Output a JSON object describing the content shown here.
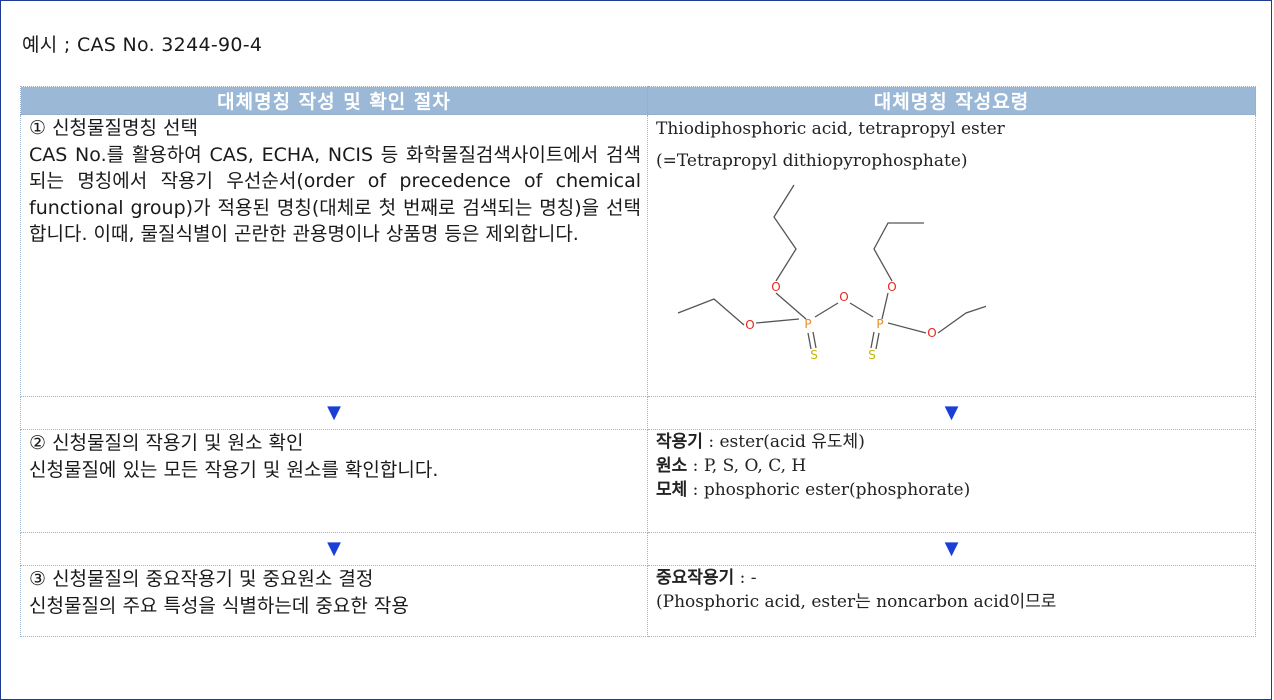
{
  "example": "예시 ; CAS No. 3244-90-4",
  "header": {
    "col1": "대체명칭 작성 및 확인 절차",
    "col2": "대체명칭 작성요령"
  },
  "arrow_glyph": "▼",
  "row1": {
    "step": "① 신청물질명칭 선택",
    "body": "CAS No.를 활용하여 CAS, ECHA, NCIS 등 화학물질검색사이트에서 검색되는 명칭에서 작용기 우선순서(order of precedence of chemical functional group)가 적용된 명칭(대체로 첫 번째로 검색되는 명칭)을 선택합니다. 이때, 물질식별이 곤란한 관용명이나 상품명 등은 제외합니다.",
    "name_line1": "Thiodiphosphoric acid, tetrapropyl ester",
    "name_line2": "(=Tetrapropyl dithiopyrophosphate)",
    "structure_atoms": {
      "o": "O",
      "p": "P",
      "s": "S"
    },
    "structure_color": "#555555",
    "atom_colors": {
      "o": "#e8271d",
      "p": "#e88a1d",
      "s": "#c8b400"
    }
  },
  "row2": {
    "step": "② 신청물질의 작용기 및 원소 확인",
    "body": "신청물질에 있는 모든 작용기 및 원소를 확인합니다.",
    "items": [
      {
        "label": "작용기",
        "value": " : ester(acid 유도체)"
      },
      {
        "label": "원소",
        "value": " : P, S, O, C, H"
      },
      {
        "label": "모체",
        "value": " : phosphoric ester(phosphorate)"
      }
    ]
  },
  "row3": {
    "step": "③ 신청물질의 중요작용기 및 중요원소 결정",
    "body": "신청물질의 주요 특성을 식별하는데 중요한 작용",
    "item_label": "중요작용기",
    "item_value": " : -",
    "note": "(Phosphoric acid, ester는 noncarbon acid이므로"
  },
  "colors": {
    "header_bg": "#9bb8d7",
    "border": "#1f3a93",
    "arrow": "#1a3fd8"
  }
}
